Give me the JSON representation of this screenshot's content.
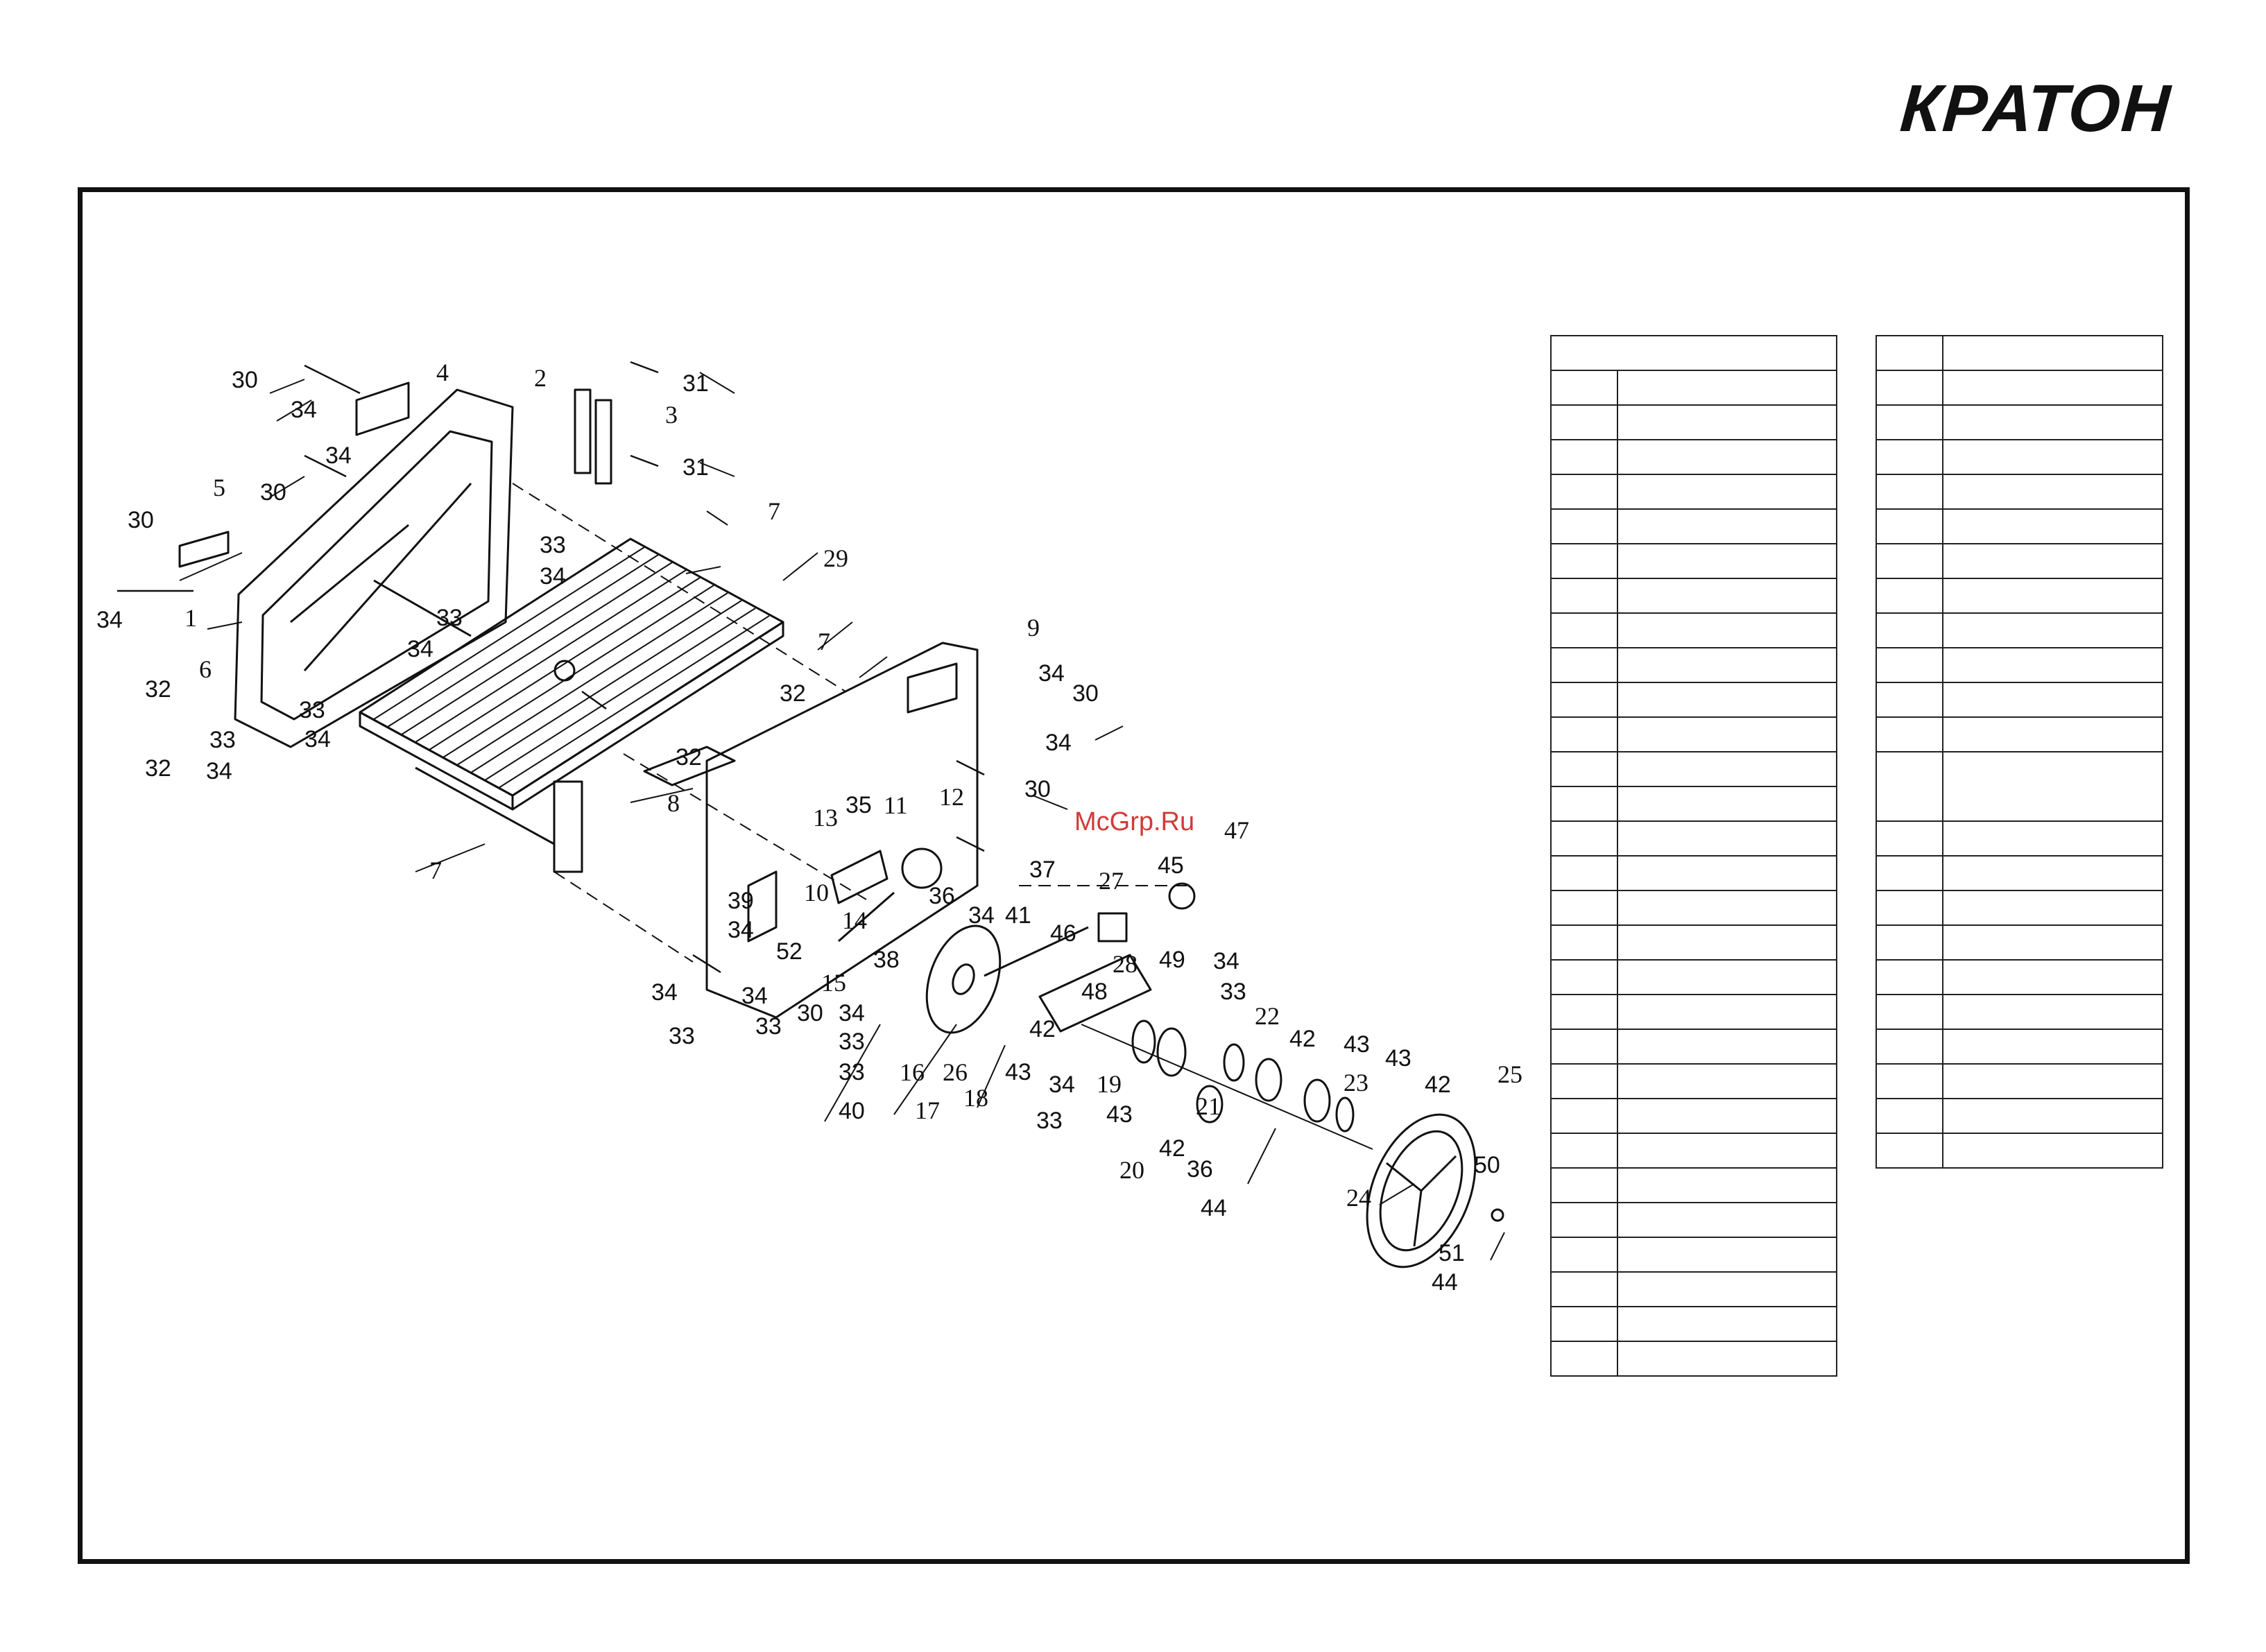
{
  "brand": {
    "logo_text": "КРАТОН"
  },
  "watermark": "McGrp.Ru",
  "callouts": {
    "n1": "1",
    "n2": "2",
    "n3": "3",
    "n4": "4",
    "n5": "5",
    "n6": "6",
    "n7": "7",
    "n8": "8",
    "n9": "9",
    "n10": "10",
    "n11": "11",
    "n12": "12",
    "n13": "13",
    "n14": "14",
    "n15": "15",
    "n16": "16",
    "n17": "17",
    "n18": "18",
    "n19": "19",
    "n20": "20",
    "n21": "21",
    "n22": "22",
    "n23": "23",
    "n24": "24",
    "n25": "25",
    "n26": "26",
    "n27": "27",
    "n28": "28",
    "n29": "29",
    "n30": "30",
    "n31": "31",
    "n32": "32",
    "n33": "33",
    "n34": "34",
    "n35": "35",
    "n36": "36",
    "n37": "37",
    "n38": "38",
    "n39": "39",
    "n40": "40",
    "n41": "41",
    "n42": "42",
    "n43": "43",
    "n44": "44",
    "n45": "45",
    "n46": "46",
    "n47": "47",
    "n48": "48",
    "n49": "49",
    "n50": "50",
    "n51": "51",
    "n52": "52"
  },
  "parts_table_left": {
    "row_count": 29
  },
  "parts_table_right": {
    "row_count": 22
  }
}
